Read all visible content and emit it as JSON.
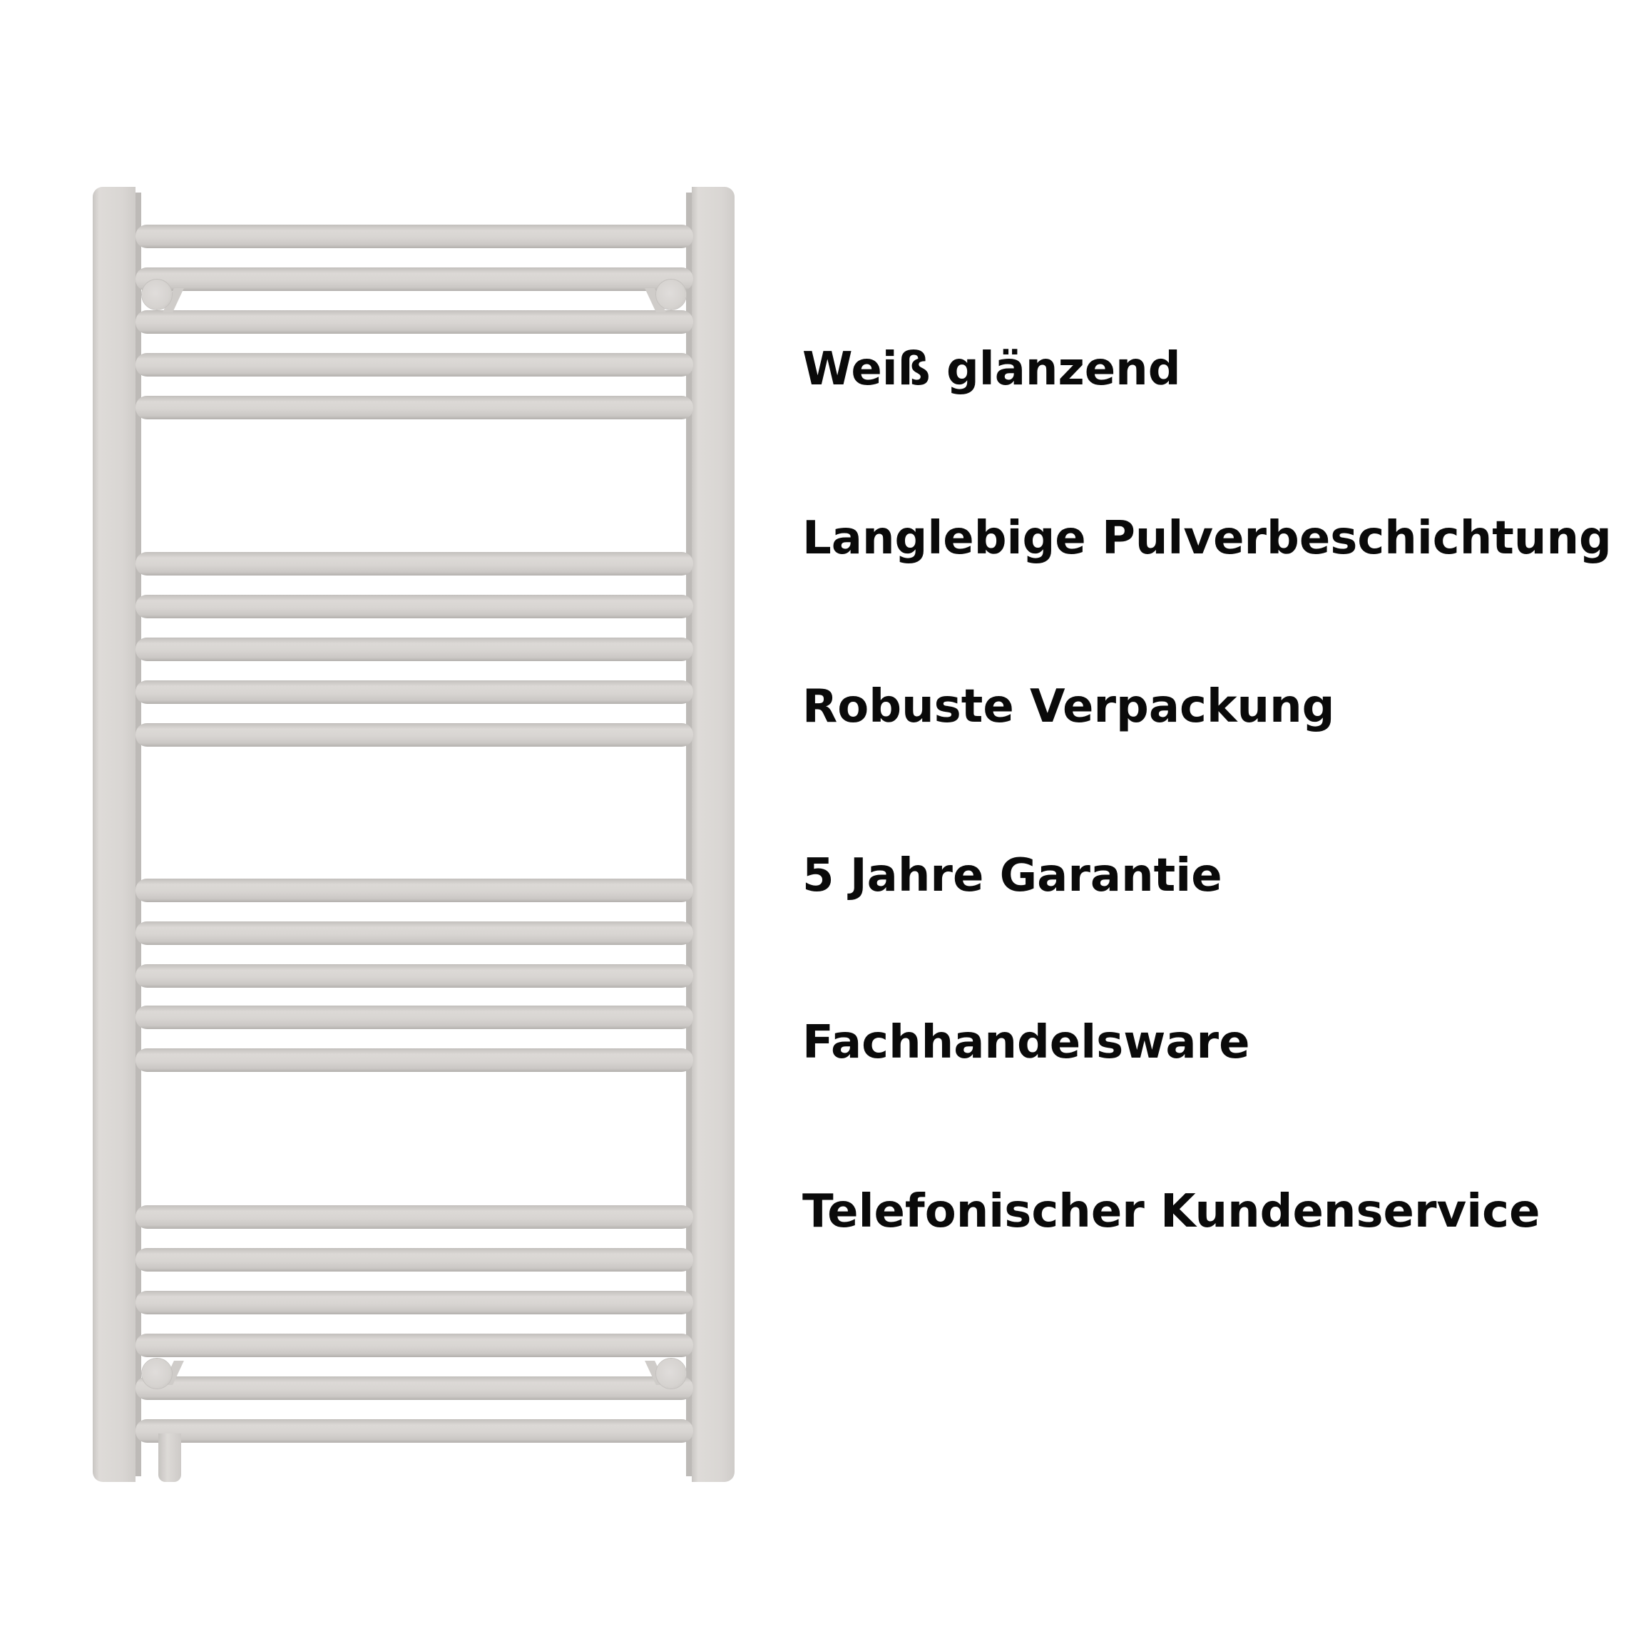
{
  "product": {
    "type": "towel-radiator",
    "color": "#d9d6d3",
    "rail_groups": [
      {
        "rails": 5,
        "tops": [
          315,
          375,
          435,
          495,
          555
        ]
      },
      {
        "rails": 5,
        "tops": [
          774,
          834,
          894,
          954,
          1014
        ]
      },
      {
        "rails": 5,
        "tops": [
          1232,
          1292,
          1352,
          1410,
          1470
        ]
      },
      {
        "rails": 6,
        "tops": [
          1690,
          1750,
          1810,
          1870,
          1930,
          1990
        ]
      }
    ]
  },
  "features": {
    "items": [
      {
        "label": "Weiß glänzend"
      },
      {
        "label": "Langlebige Pulverbeschichtung"
      },
      {
        "label": "Robuste Verpackung"
      },
      {
        "label": "5 Jahre Garantie"
      },
      {
        "label": "Fachhandelsware"
      },
      {
        "label": "Telefonischer Kundenservice"
      }
    ]
  }
}
